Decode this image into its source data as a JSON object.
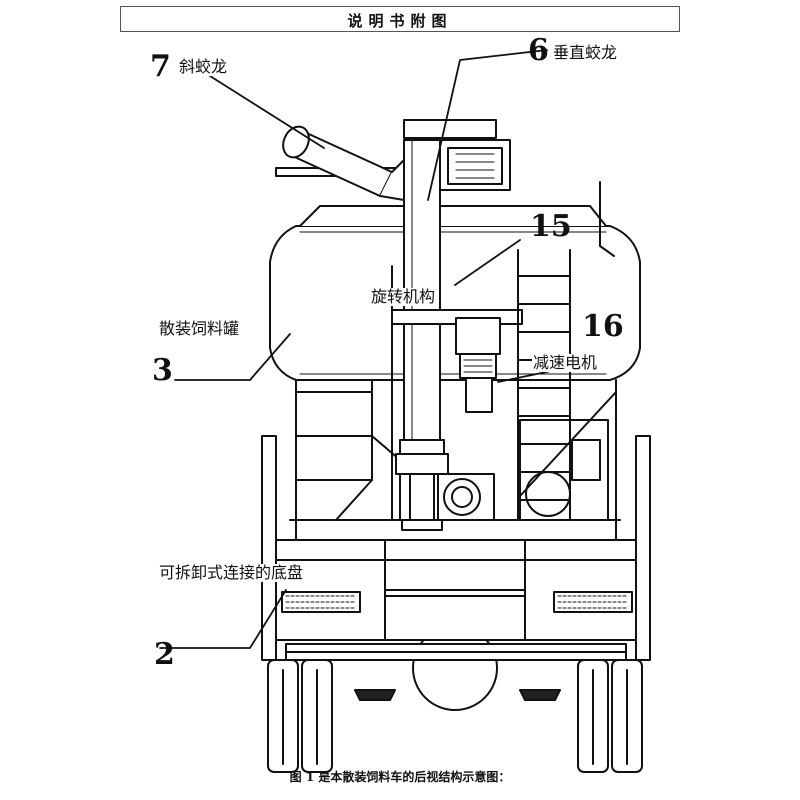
{
  "header": {
    "title": "说明书附图"
  },
  "callouts": [
    {
      "number": "7",
      "label": "斜蛟龙"
    },
    {
      "number": "6",
      "label": "垂直蛟龙"
    },
    {
      "number": "15",
      "label": "旋转机构"
    },
    {
      "number": "3",
      "label": "散装饲料罐"
    },
    {
      "number": "16",
      "label": "减速电机"
    },
    {
      "number": "2",
      "label": "可拆卸式连接的底盘"
    }
  ],
  "caption": "图 1 是本散装饲料车的后视结构示意图："
}
